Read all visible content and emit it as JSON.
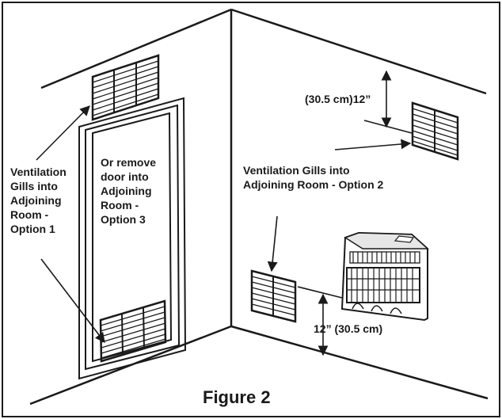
{
  "labels": {
    "option1": "Ventilation\nGills into\nAdjoining\nRoom -\nOption 1",
    "option3": "Or remove\ndoor into\nAdjoining\nRoom -\nOption 3",
    "option2": "Ventilation Gills into\nAdjoining Room - Option 2",
    "clearance_top": "(30.5 cm)12”",
    "clearance_bottom": "12” (30.5 cm)"
  },
  "caption": "Figure 2",
  "colors": {
    "ink": "#1a1a1a",
    "background": "#ffffff"
  }
}
